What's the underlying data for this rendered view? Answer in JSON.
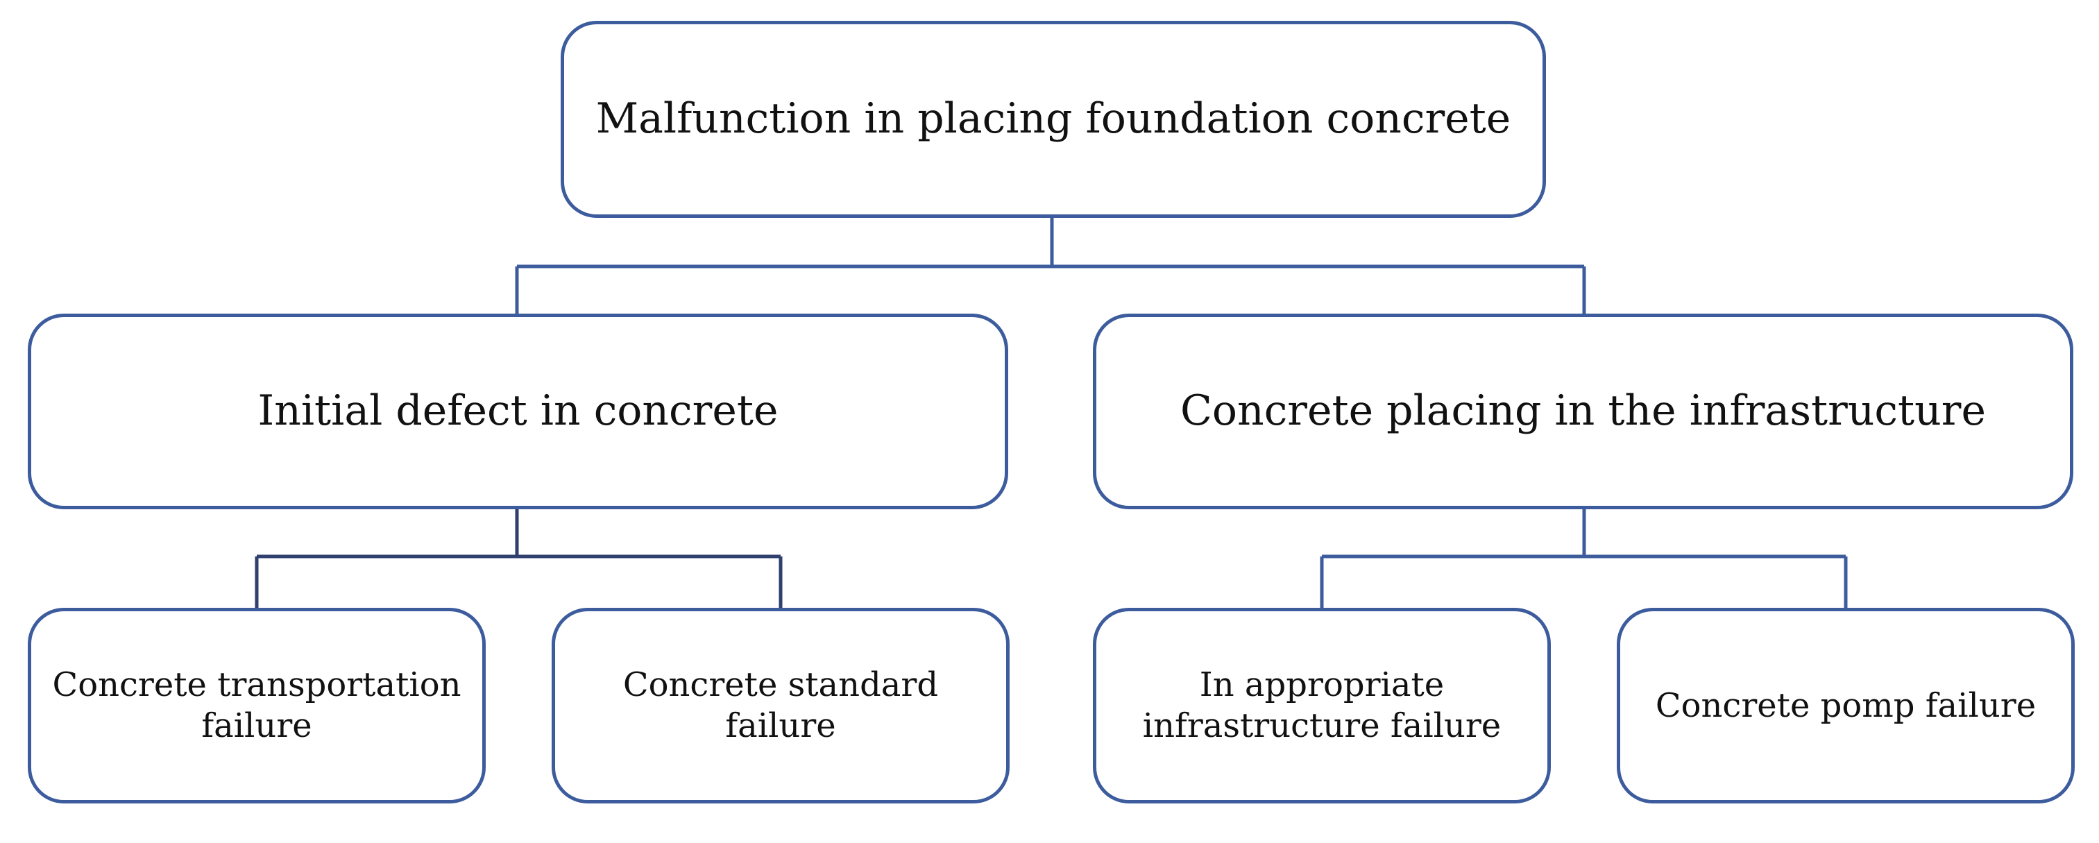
{
  "diagram": {
    "root": "Malfunction in placing foundation concrete",
    "branches": [
      {
        "label": "Initial defect in concrete",
        "children": [
          "Concrete transportation failure",
          "Concrete standard failure"
        ]
      },
      {
        "label": "Concrete placing in the infrastructure",
        "children": [
          "In appropriate infrastructure failure",
          "Concrete pomp failure"
        ]
      }
    ]
  },
  "colors": {
    "box_border": "#3d5c9e",
    "connector": "#3d5c9e",
    "text": "#111111"
  }
}
